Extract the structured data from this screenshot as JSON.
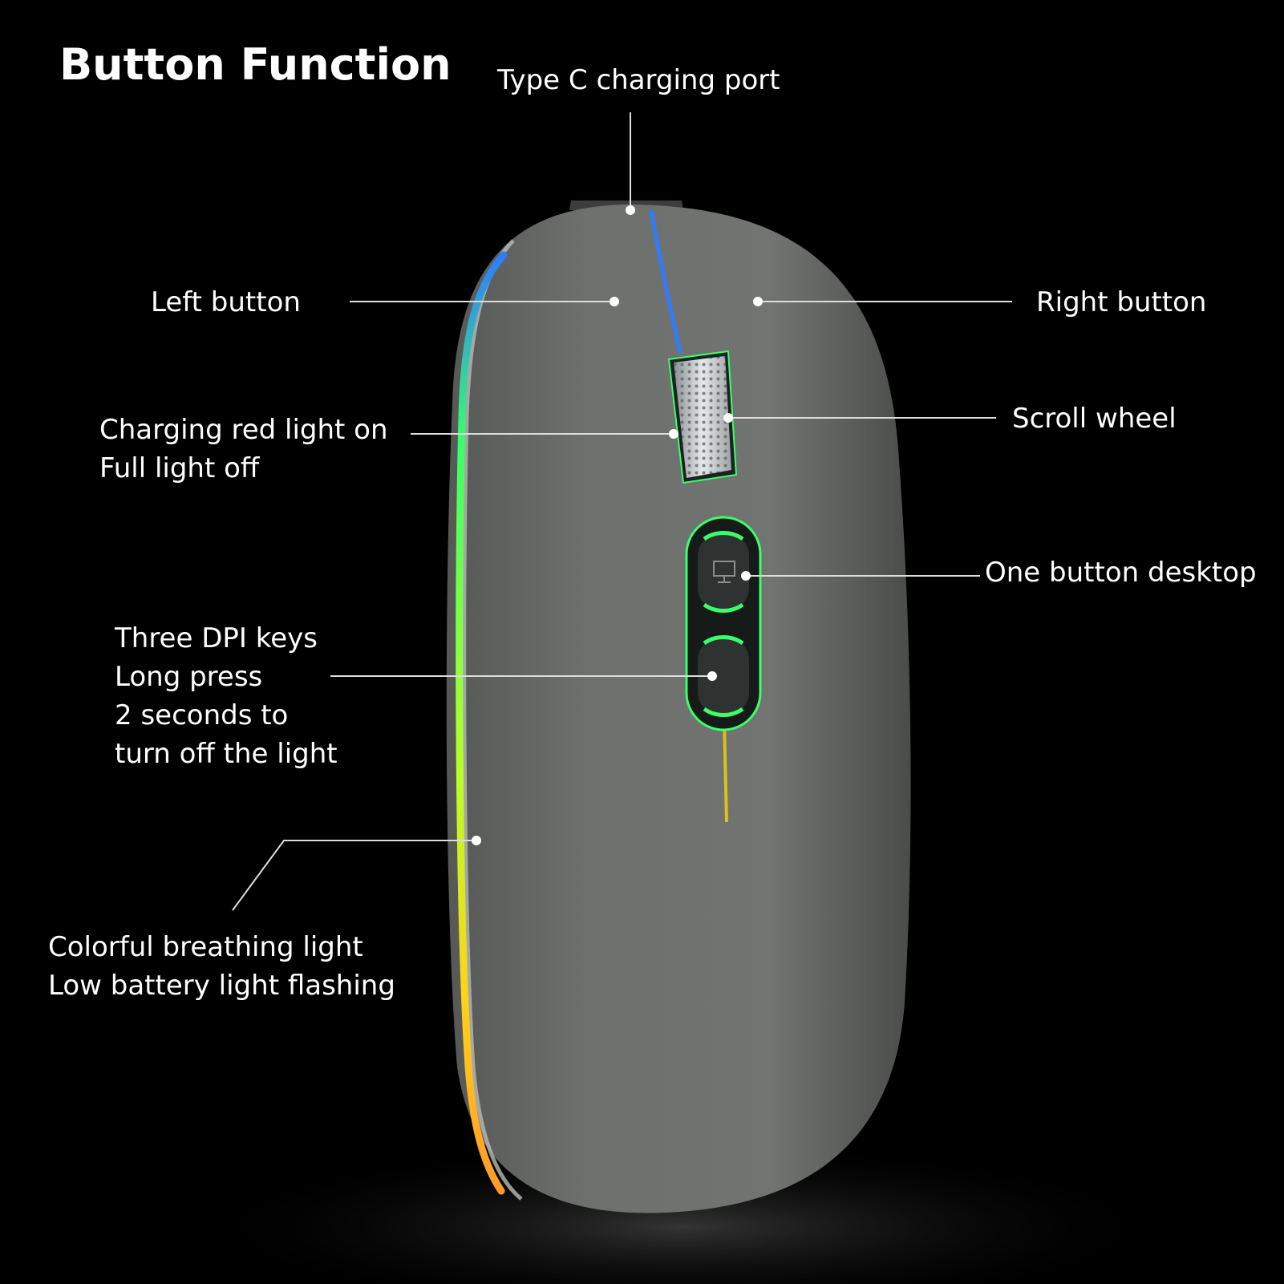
{
  "title": "Button Function",
  "labels": {
    "type_c": "Type C charging port",
    "left_button": "Left button",
    "right_button": "Right button",
    "charging": [
      "Charging red light on",
      "Full light off"
    ],
    "scroll_wheel": "Scroll wheel",
    "desktop": "One button desktop",
    "dpi": [
      "Three DPI keys",
      "Long press",
      "2 seconds to",
      "turn off the light"
    ],
    "breathing": [
      "Colorful breathing light",
      "Low battery light flashing"
    ]
  },
  "colors": {
    "background": "#000000",
    "body": "#6b6e6b",
    "text": "#ffffff",
    "leader": "#dddddd",
    "accent_green": "#39ff6a",
    "accent_blue": "#2f7bff",
    "accent_yellow": "#ffd21a"
  }
}
